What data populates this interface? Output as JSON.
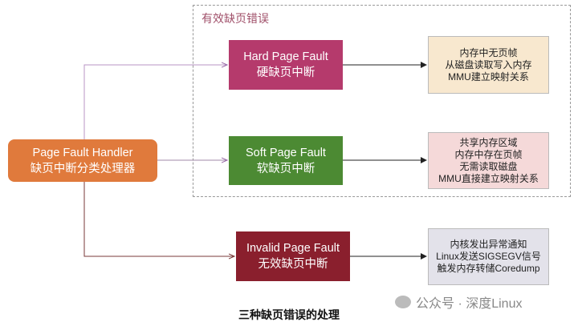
{
  "group_label": "有效缺页错误",
  "handler": {
    "title": "Page Fault Handler",
    "subtitle": "缺页中断分类处理器",
    "color": "#e07a3c"
  },
  "faults": [
    {
      "title": "Hard Page Fault",
      "subtitle": "硬缺页中断",
      "color": "#b53a6c",
      "notes": [
        "内存中无页帧",
        "从磁盘读取写入内存",
        "MMU建立映射关系"
      ],
      "note_color": "#f8e8cf"
    },
    {
      "title": "Soft Page Fault",
      "subtitle": "软缺页中断",
      "color": "#4c8a33",
      "notes": [
        "共享内存区域",
        "内存中存在页帧",
        "无需读取磁盘",
        "MMU直接建立映射关系"
      ],
      "note_color": "#f5d9d9"
    },
    {
      "title": "Invalid Page Fault",
      "subtitle": "无效缺页中断",
      "color": "#8a1f2d",
      "notes": [
        "内核发出异常通知",
        "Linux发送SIGSEGV信号",
        "触发内存转储Coredump"
      ],
      "note_color": "#e3e2ea"
    }
  ],
  "caption": "三种缺页错误的处理",
  "watermark": "公众号 · 深度Linux"
}
